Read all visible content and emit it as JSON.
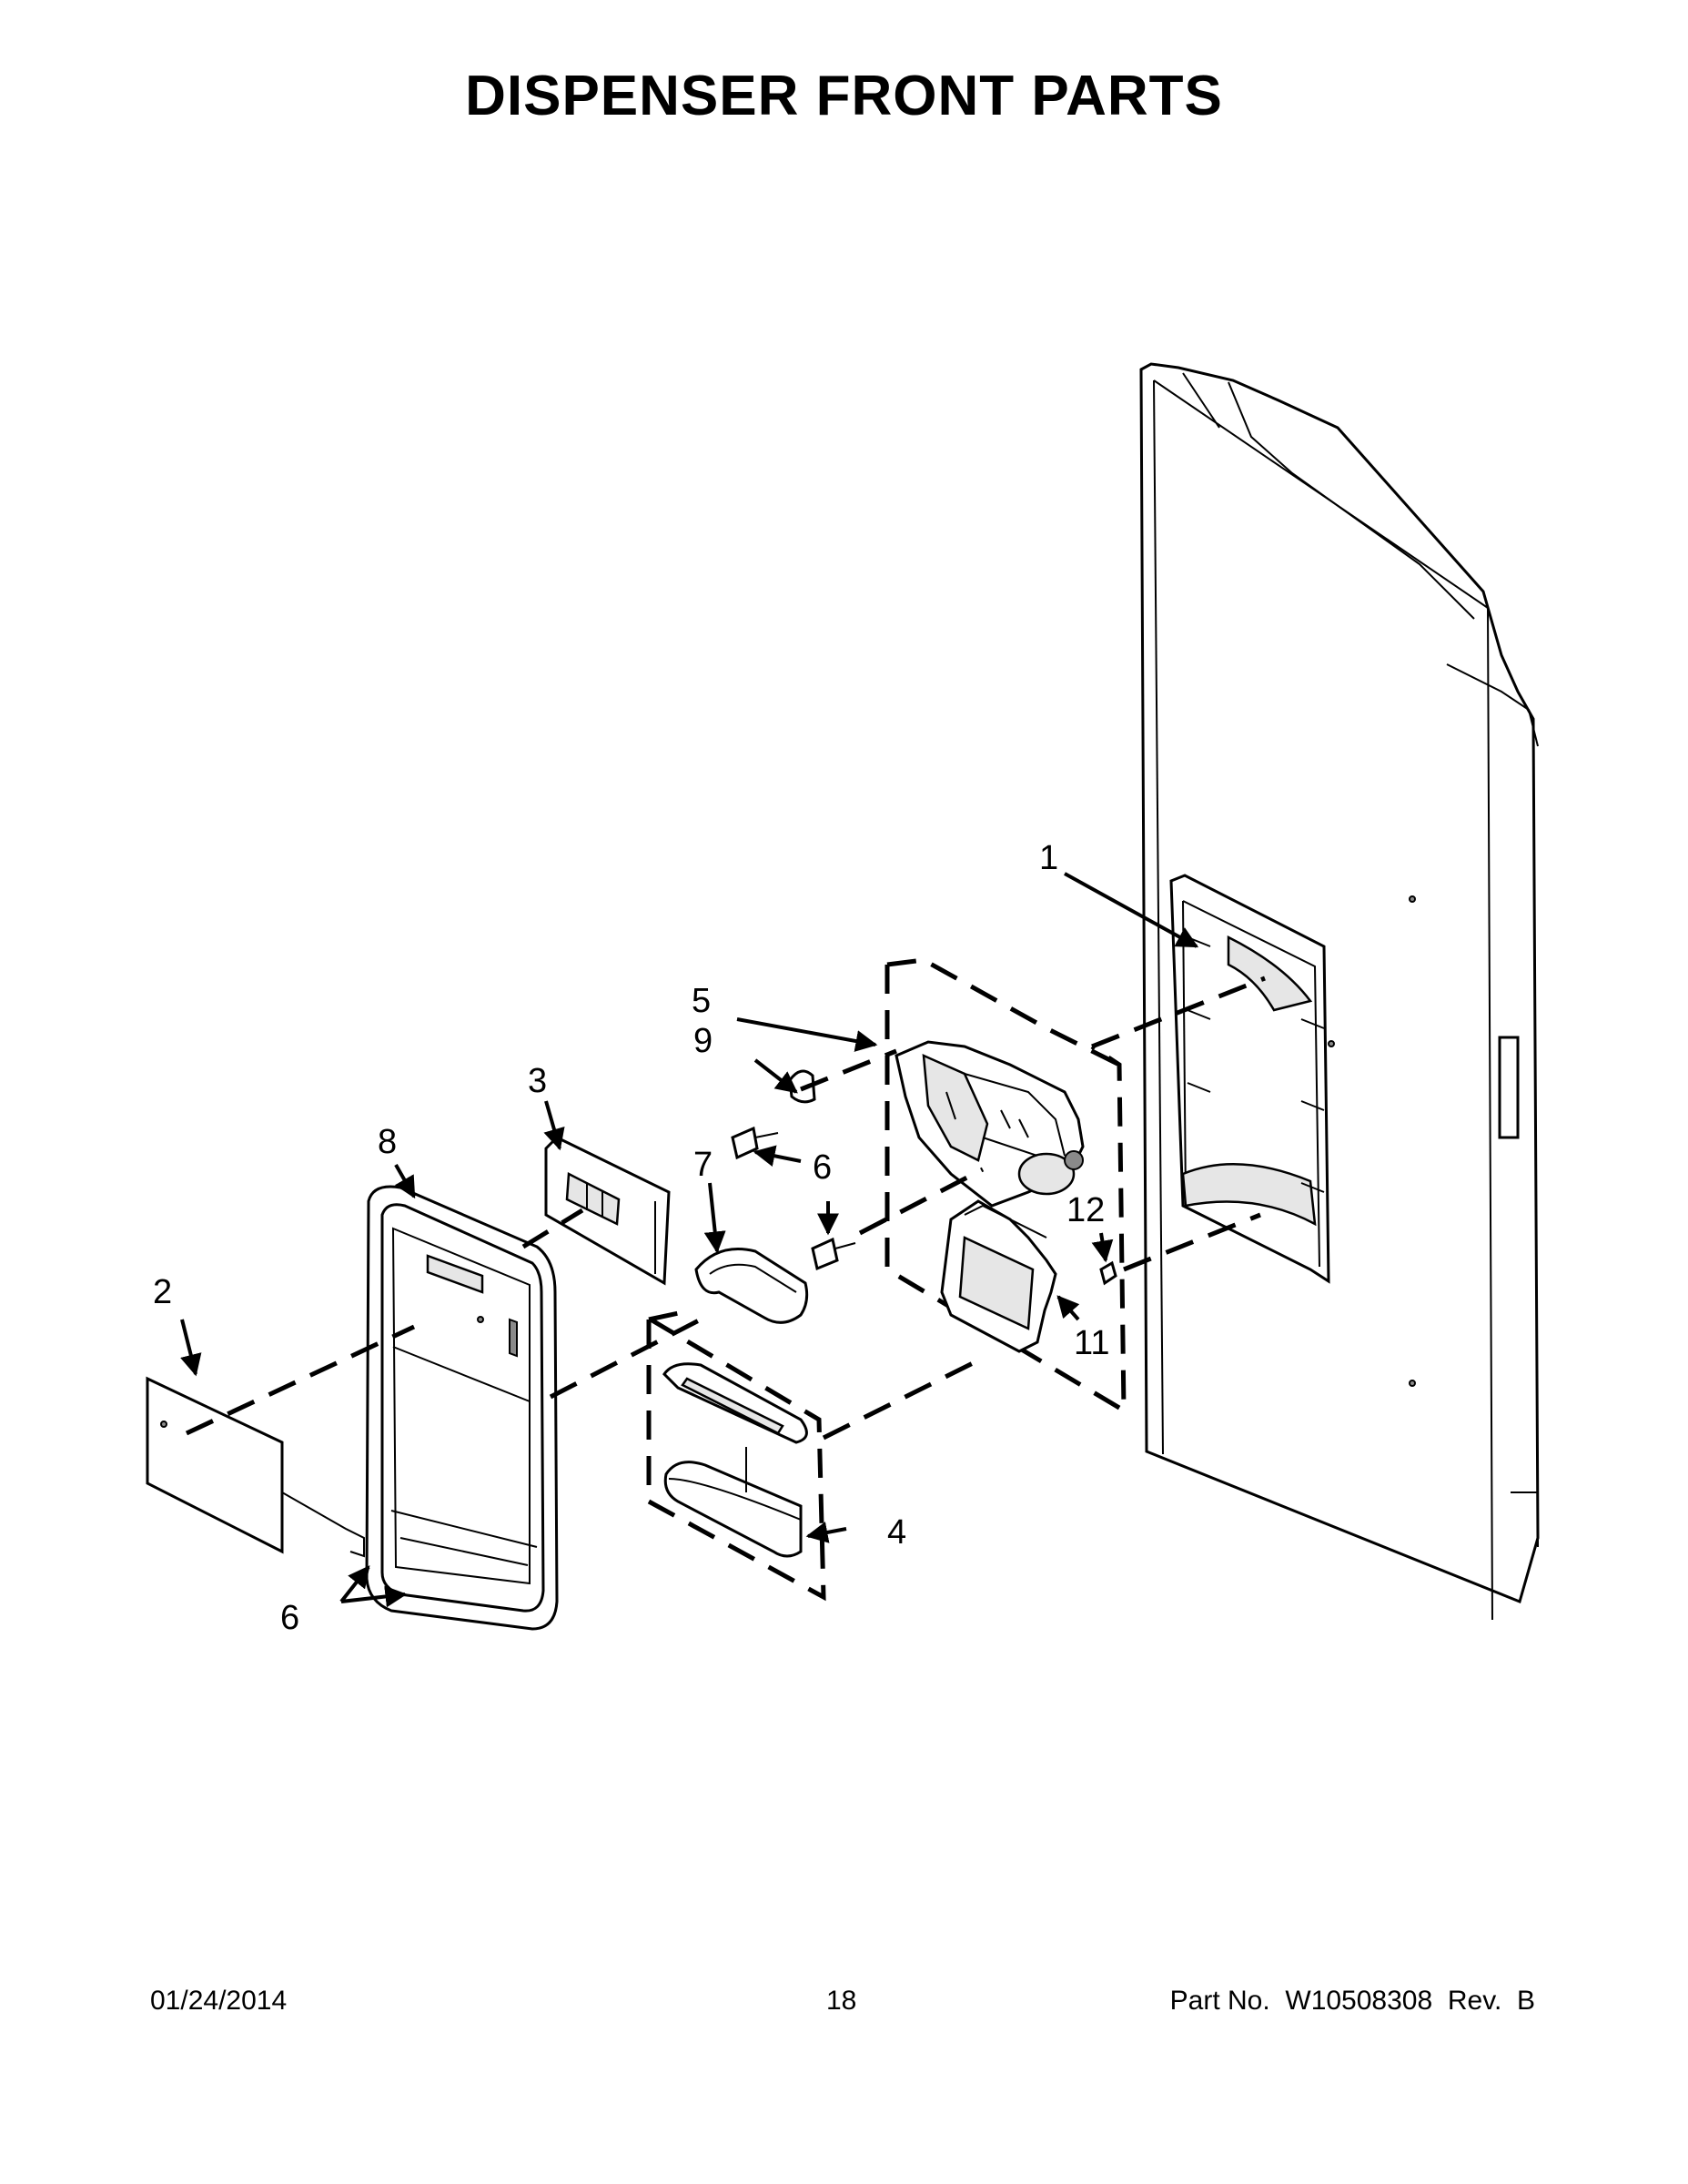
{
  "title": "DISPENSER FRONT PARTS",
  "callouts": [
    "1",
    "2",
    "3",
    "4",
    "5",
    "6",
    "6",
    "6",
    "7",
    "8",
    "9",
    "11",
    "12"
  ],
  "footer": {
    "date": "01/24/2014",
    "page": "18",
    "part_label": "Part No.",
    "part_number": "W10508308",
    "rev_label": "Rev.",
    "rev": "B"
  }
}
